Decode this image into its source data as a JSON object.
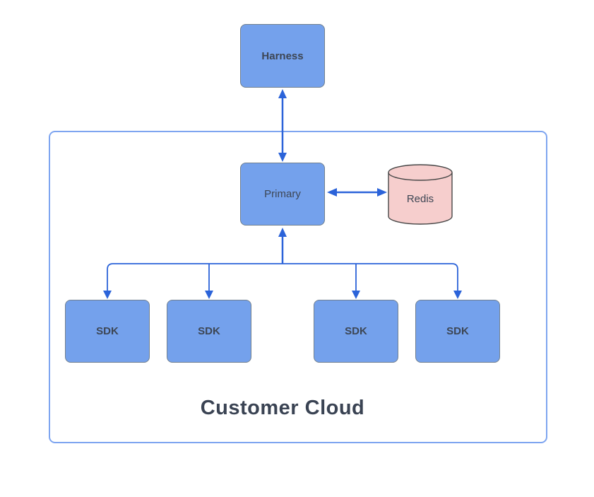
{
  "diagram": {
    "title": "Customer Cloud",
    "nodes": {
      "harness": "Harness",
      "primary": "Primary",
      "redis": "Redis",
      "sdk_1": "SDK",
      "sdk_2": "SDK",
      "sdk_3": "SDK",
      "sdk_4": "SDK"
    },
    "connections": [
      {
        "from": "Harness",
        "to": "Primary",
        "style": "bidirectional"
      },
      {
        "from": "Primary",
        "to": "Redis",
        "style": "bidirectional"
      },
      {
        "from": "Primary",
        "to": "SDK x4",
        "style": "fan-out down, plus arrow up into Primary"
      }
    ],
    "colors": {
      "node_fill": "#74a1ec",
      "node_border": "#71808f",
      "cylinder_fill": "#f6cecd",
      "cylinder_border": "#474747",
      "container_border": "#7ea5f0",
      "arrow": "#2b63d9",
      "label_text": "#3d4654",
      "title_text": "#3a4353",
      "background": "#ffffff"
    }
  }
}
